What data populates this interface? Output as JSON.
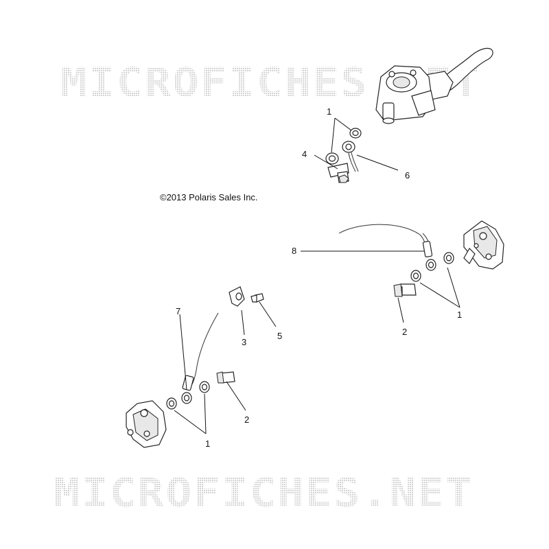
{
  "watermark": {
    "text": "MICROFICHES.NET",
    "color": "#d9d9d9"
  },
  "copyright": "©2013 Polaris Sales Inc.",
  "callouts": {
    "c1_top": "1",
    "c4": "4",
    "c6": "6",
    "c8": "8",
    "c1_right": "1",
    "c2_right": "2",
    "c7": "7",
    "c3": "3",
    "c5": "5",
    "c2_left": "2",
    "c1_left": "1"
  }
}
